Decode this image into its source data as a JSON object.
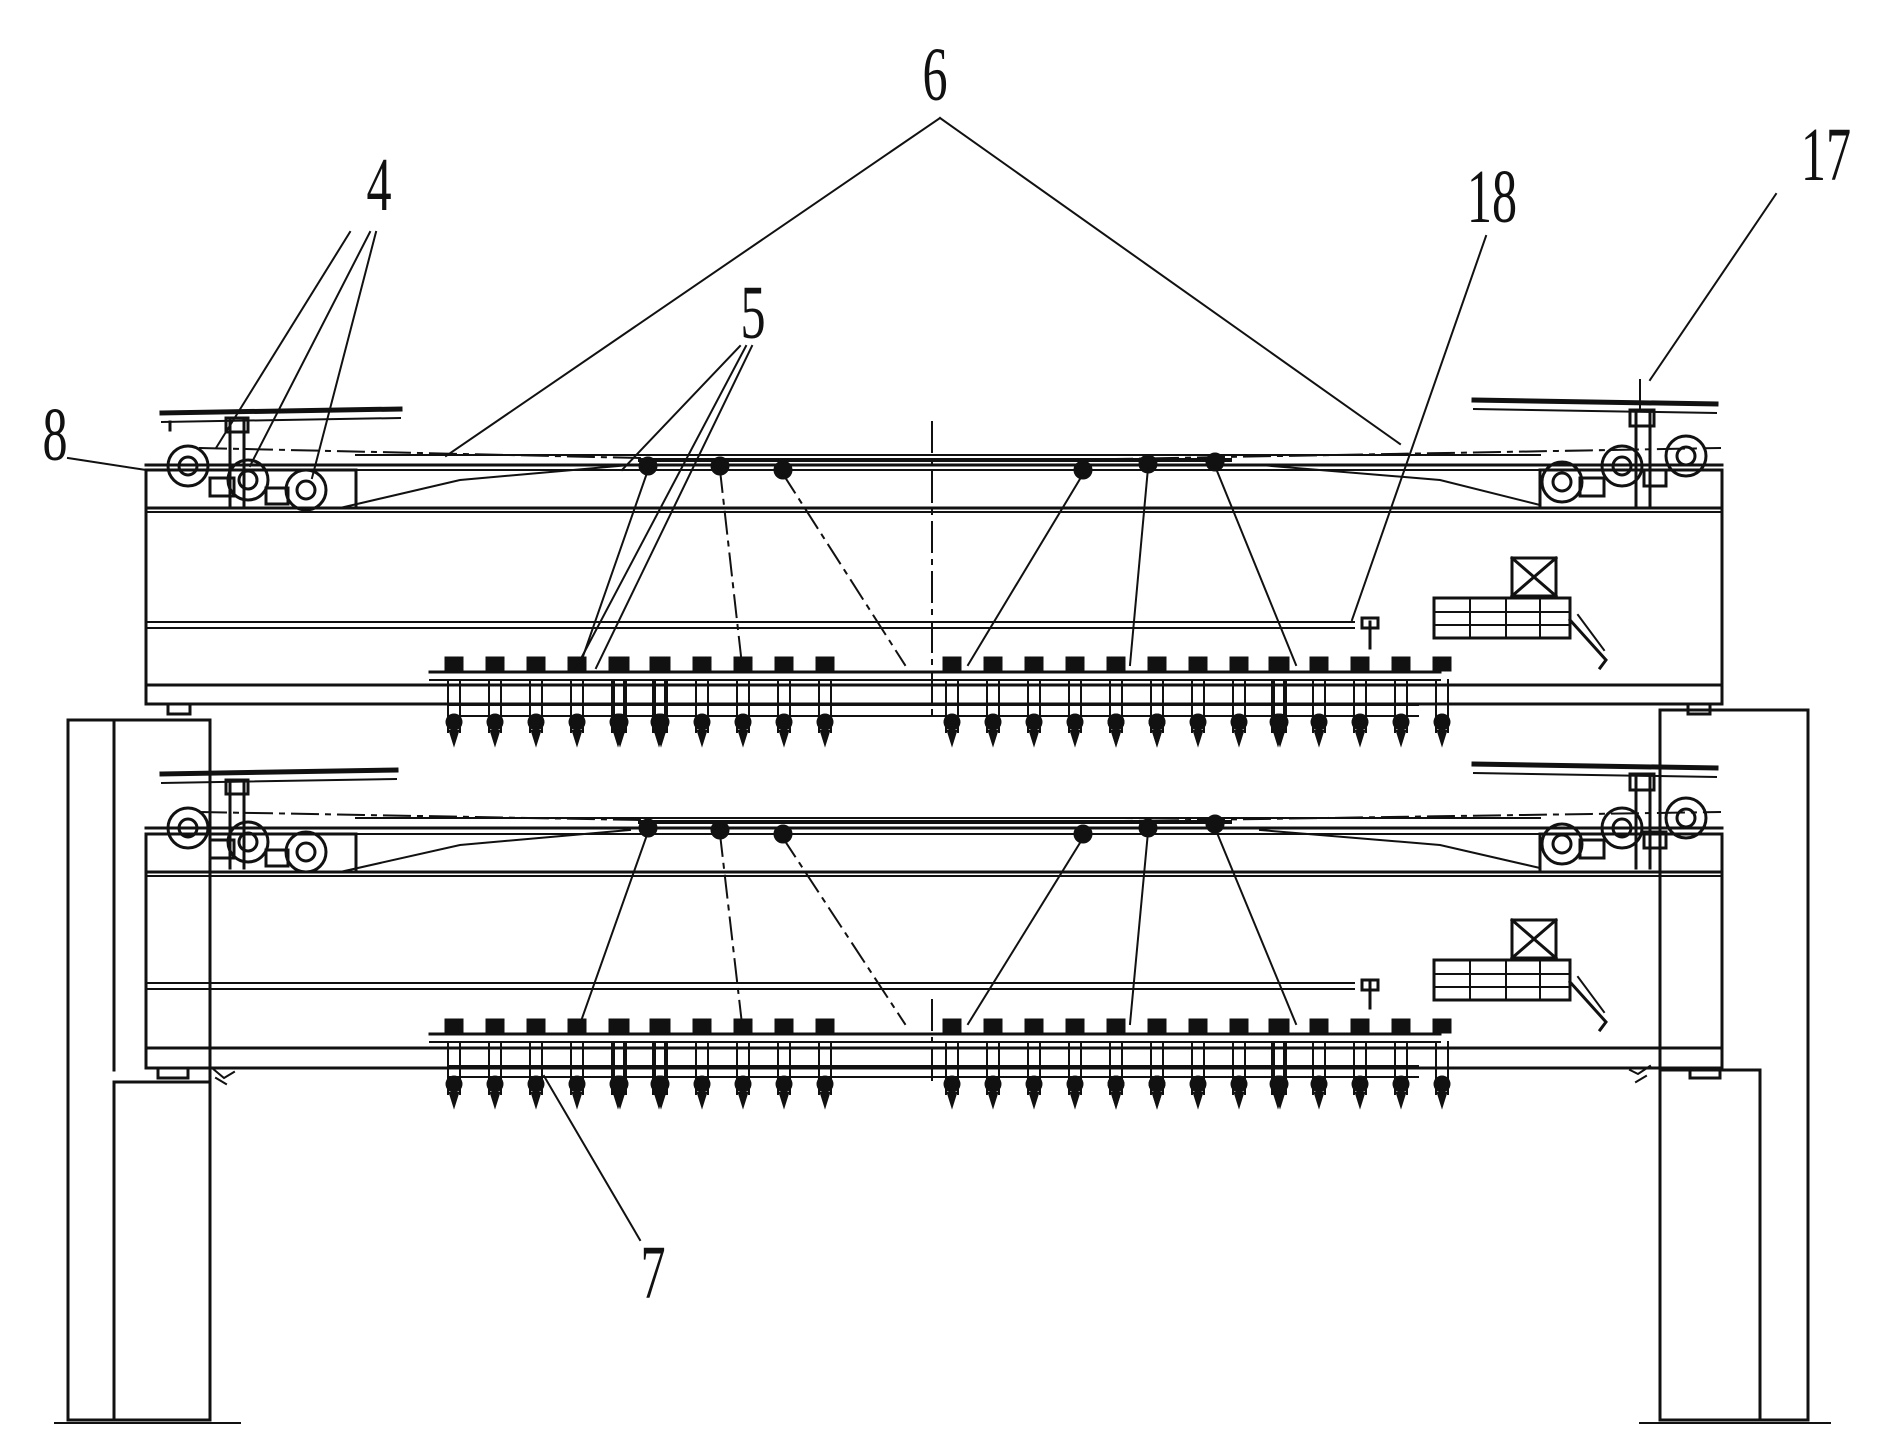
{
  "labels": {
    "n4": "4",
    "n5": "5",
    "n6": "6",
    "n7": "7",
    "n8": "8",
    "n17": "17",
    "n18": "18"
  },
  "colors": {
    "line": "#111111",
    "background": "#ffffff"
  }
}
